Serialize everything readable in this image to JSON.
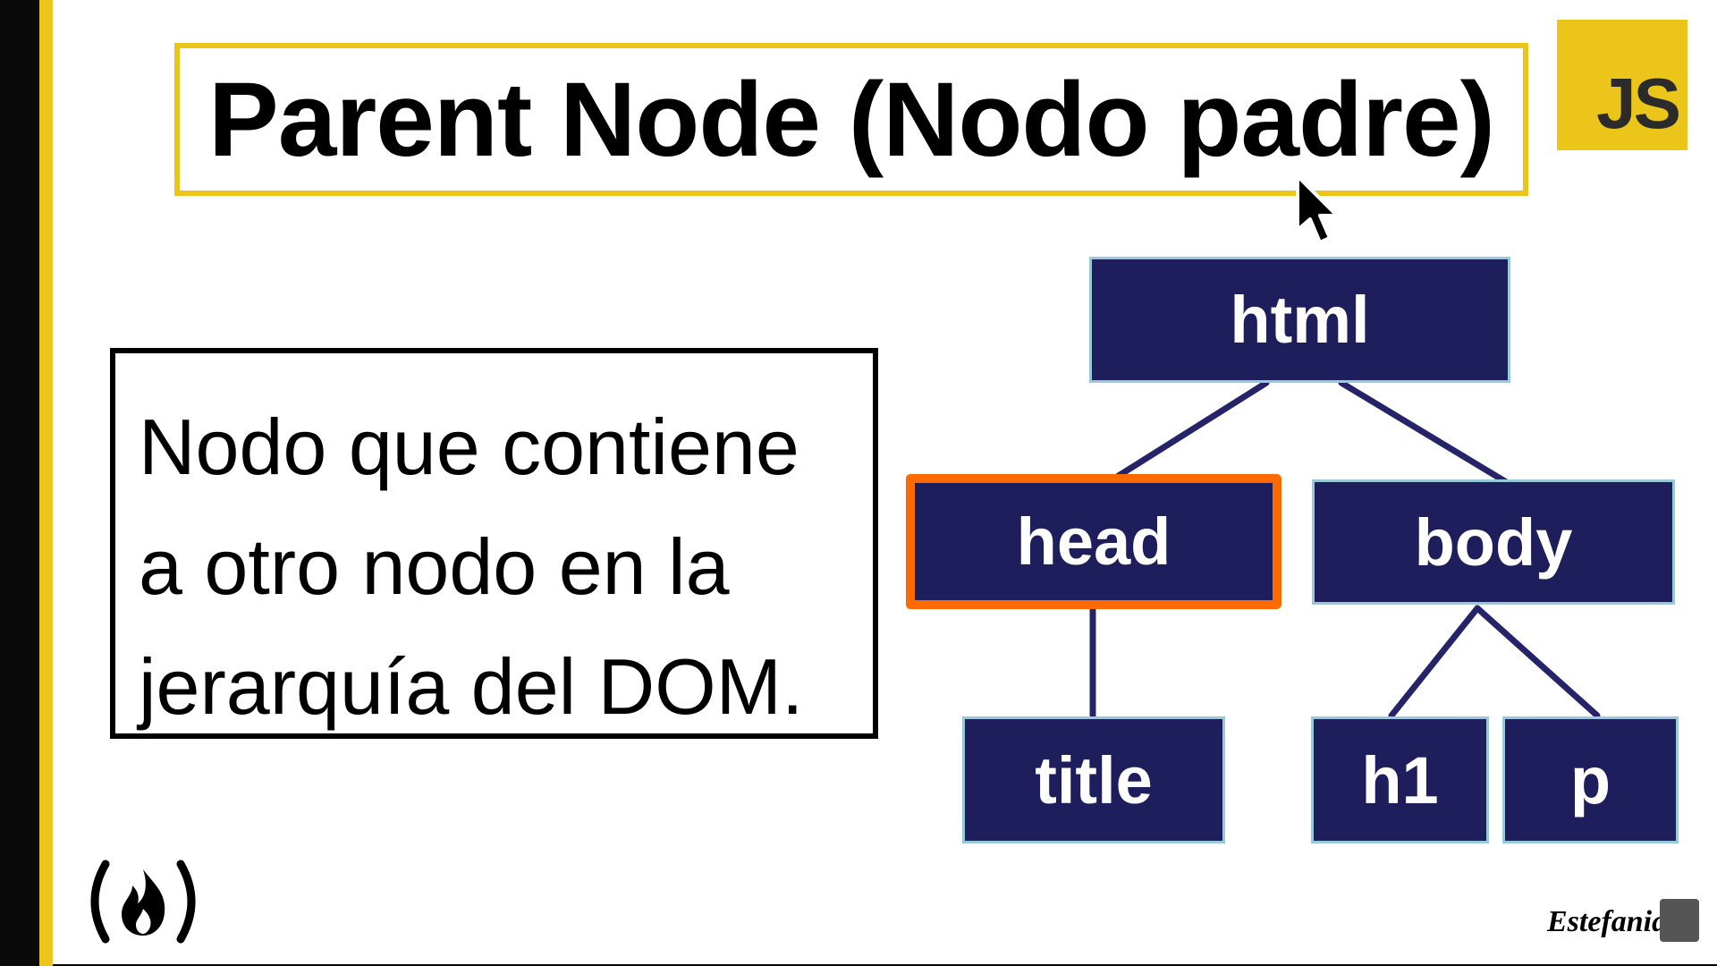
{
  "slide": {
    "title": "Parent Node (Nodo padre)",
    "js_badge": "JS",
    "definition": {
      "lines": [
        "Nodo que contiene",
        "a otro nodo en la",
        "jerarquía del DOM."
      ]
    },
    "tree": {
      "nodes": {
        "html": "html",
        "head": "head",
        "body": "body",
        "title": "title",
        "h1": "h1",
        "p": "p"
      },
      "highlighted_node": "head"
    },
    "signature": "Estefania",
    "icons": {
      "brand_logo": "freecodecamp-fire-logo-icon",
      "js": "javascript-logo-icon",
      "cursor": "mouse-pointer-icon",
      "subscribe": "subscribe-icon"
    }
  },
  "colors": {
    "accent_yellow": "#ecc51b",
    "node_fill": "#1f1e5c",
    "node_border": "#98c9d9",
    "highlight": "#ff6a00",
    "edge": "#25246a"
  }
}
